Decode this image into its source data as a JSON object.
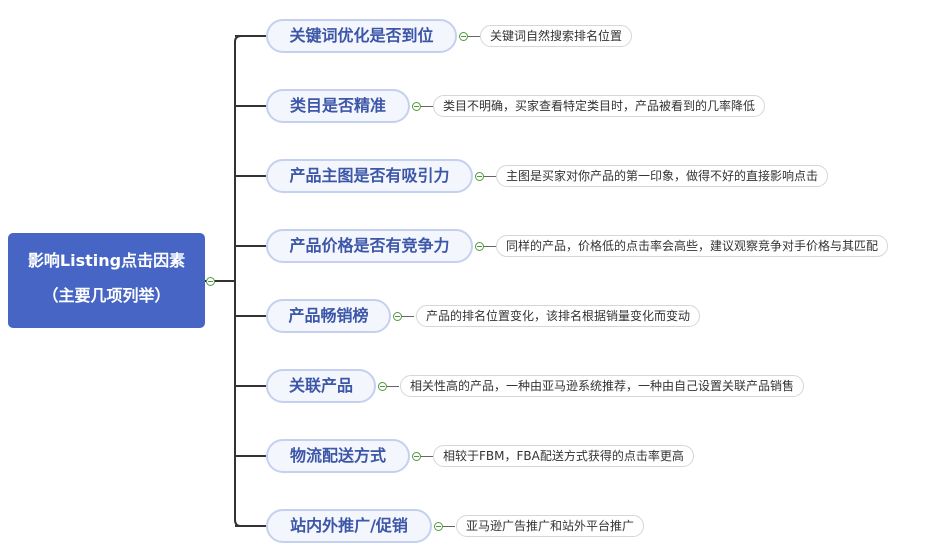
{
  "mindmap": {
    "root": {
      "line1": "影响Listing点击因素",
      "line2": "（主要几项列举）"
    },
    "branches": [
      {
        "topic": "关键词优化是否到位",
        "detail": "关键词自然搜索排名位置"
      },
      {
        "topic": "类目是否精准",
        "detail": "类目不明确，买家查看特定类目时，产品被看到的几率降低"
      },
      {
        "topic": "产品主图是否有吸引力",
        "detail": "主图是买家对你产品的第一印象，做得不好的直接影响点击"
      },
      {
        "topic": "产品价格是否有竞争力",
        "detail": "同样的产品，价格低的点击率会高些，建议观察竞争对手价格与其匹配"
      },
      {
        "topic": "产品畅销榜",
        "detail": "产品的排名位置变化，该排名根据销量变化而变动"
      },
      {
        "topic": "关联产品",
        "detail": "相关性高的产品，一种由亚马逊系统推荐，一种由自己设置关联产品销售"
      },
      {
        "topic": "物流配送方式",
        "detail": "相较于FBM，FBA配送方式获得的点击率更高"
      },
      {
        "topic": "站内外推广/促销",
        "detail": "亚马逊广告推广和站外平台推广"
      }
    ]
  },
  "colors": {
    "root_fill": "#4665c4",
    "topic_border": "#c5d0ef",
    "topic_text": "#3d57a8",
    "connector": "#333333",
    "collapse_toggle": "#4c9a3a"
  }
}
